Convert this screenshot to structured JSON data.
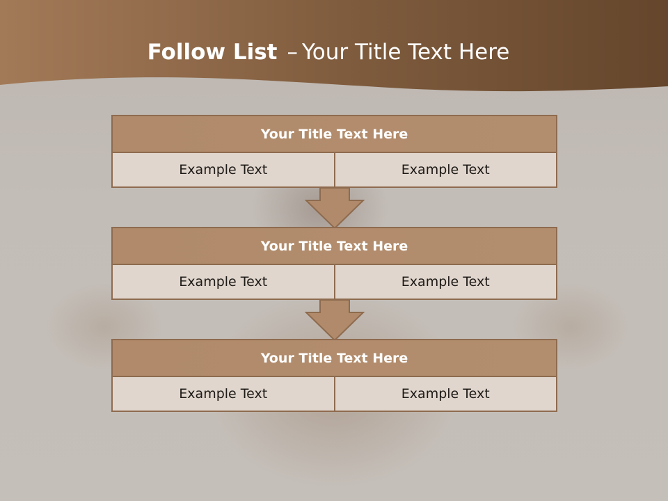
{
  "slide": {
    "title_bold": "Follow List",
    "title_dash": "–",
    "title_rest": "Your Title Text Here"
  },
  "blocks": [
    {
      "title": "Your Title Text Here",
      "left": "Example Text",
      "right": "Example Text"
    },
    {
      "title": "Your Title Text Here",
      "left": "Example Text",
      "right": "Example Text"
    },
    {
      "title": "Your Title Text Here",
      "left": "Example Text",
      "right": "Example Text"
    }
  ],
  "colors": {
    "header_dark": "#6b4a2e",
    "header_light": "#a37a58",
    "box_title": "#b08a6a",
    "box_cell": "#e0d6cd",
    "border": "#8e6b4f"
  }
}
